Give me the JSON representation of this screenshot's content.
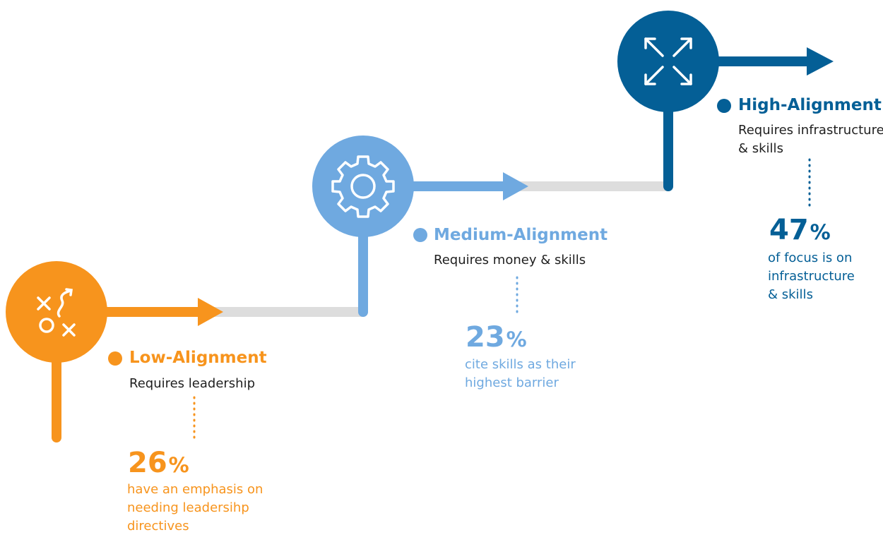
{
  "colors": {
    "low": "#f7941d",
    "medium": "#6fa9e0",
    "high": "#045f96",
    "connector": "#dddddd"
  },
  "stages": [
    {
      "icon": "strategy-play-icon",
      "title": "Low-Alignment",
      "requirement": "Requires leadership",
      "stat_value": "26",
      "stat_unit": "%",
      "stat_lines": [
        "have an emphasis on",
        "needing leadersihp",
        "directives"
      ]
    },
    {
      "icon": "gear-icon",
      "title": "Medium-Alignment",
      "requirement": "Requires money & skills",
      "stat_value": "23",
      "stat_unit": "%",
      "stat_lines": [
        "cite skills as their",
        "highest barrier"
      ]
    },
    {
      "icon": "expand-arrows-icon",
      "title": "High-Alignment",
      "requirement_lines": [
        "Requires infrastructure",
        "& skills"
      ],
      "stat_value": "47",
      "stat_unit": "%",
      "stat_lines": [
        "of focus is on",
        "infrastructure",
        "& skills"
      ]
    }
  ]
}
